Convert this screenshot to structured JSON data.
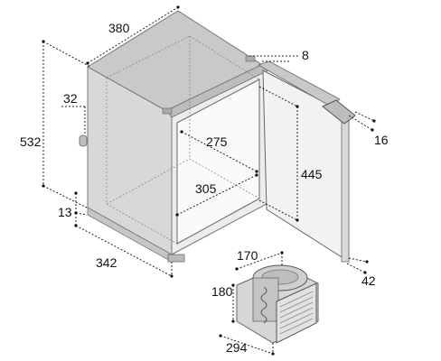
{
  "dimensions": {
    "width_top": "380",
    "door_gap": "8",
    "side_offset": "32",
    "height_total": "532",
    "opening_width": "275",
    "opening_height": "445",
    "opening_depth": "305",
    "door_thickness": "16",
    "base_height": "13",
    "depth_bottom": "342",
    "door_overhang": "42",
    "compressor_width": "170",
    "compressor_height": "180",
    "compressor_depth": "294"
  },
  "colors": {
    "cabinet_top": "#c9c9c9",
    "cabinet_side": "#d8d8d8",
    "cabinet_front": "#e9e9e9",
    "door": "#dedede",
    "door_handle": "#bdbdbd",
    "dimension_line": "#222222"
  }
}
